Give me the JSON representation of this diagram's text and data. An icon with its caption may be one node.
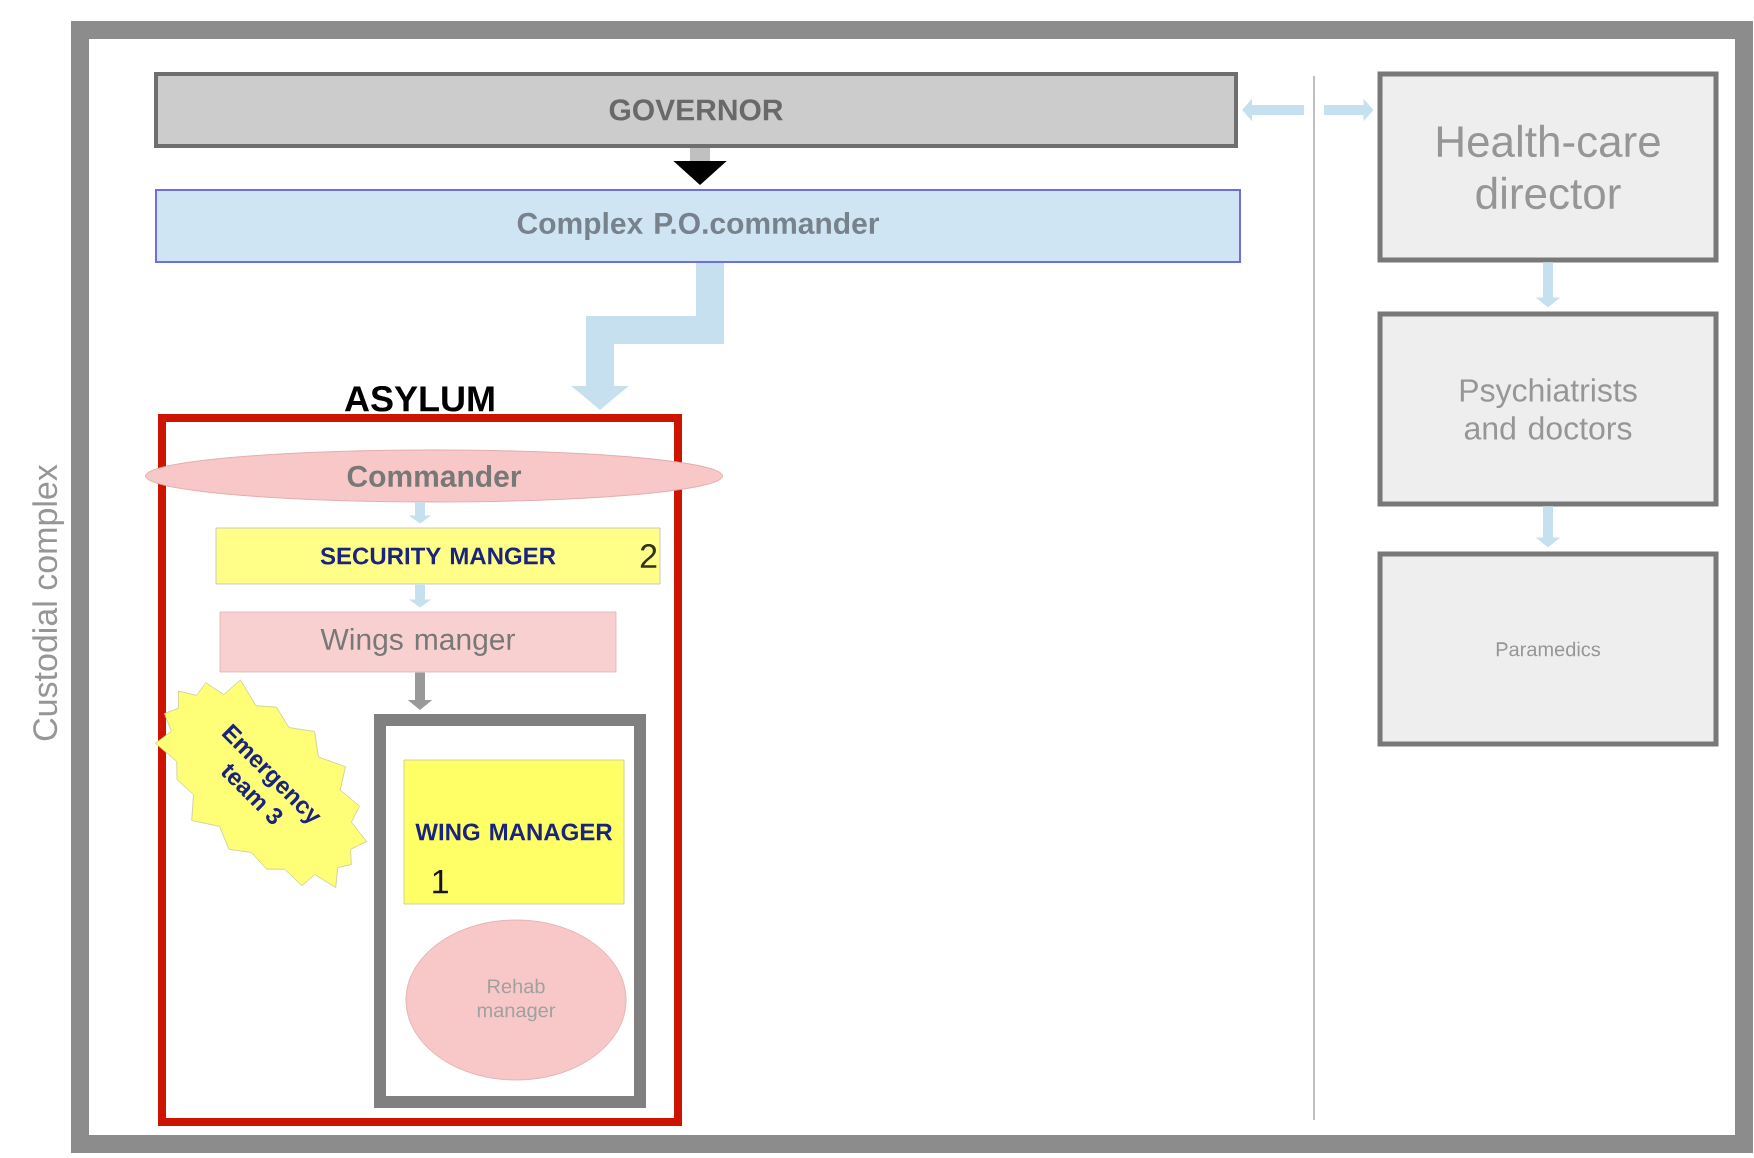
{
  "diagram": {
    "nodes": [
      {
        "text": [
          "Custodial complex"
        ]
      },
      {
        "text": [
          "GOVERNOR"
        ],
        "in": 0
      },
      {
        "text": [
          "Complex P.O.commander"
        ],
        "in": 0
      },
      {
        "text": [
          "ASYLUM"
        ],
        "in": 0
      },
      {
        "text": [
          "Commander"
        ],
        "in": 3
      },
      {
        "text": [
          "SECURITY MANGER",
          "2"
        ],
        "in": 3
      },
      {
        "text": [
          "Wings manger"
        ],
        "in": 3
      },
      {
        "text": [
          "Emergency team 3"
        ],
        "in": 3
      },
      {
        "text": [],
        "shape": "box",
        "in": 3
      },
      {
        "text": [
          "WING MANAGER",
          "1"
        ],
        "in": 8
      },
      {
        "text": [
          "Rehab manager"
        ],
        "in": 8
      },
      {
        "text": [
          "Health-care director"
        ],
        "in": 0
      },
      {
        "text": [
          "Psychiatrists and doctors"
        ],
        "in": 0
      },
      {
        "text": [
          "Paramedics"
        ],
        "in": 0
      }
    ],
    "edges": [
      {
        "from": 1,
        "to": 2,
        "arrow": "to",
        "style": "thick",
        "color": "#c0c0c0"
      },
      {
        "from": 2,
        "to": 3,
        "arrow": "to",
        "style": "thick"
      },
      {
        "from": null,
        "to": 1,
        "arrow": "to"
      },
      {
        "from": null,
        "to": 11,
        "arrow": "to"
      },
      {
        "from": 4,
        "to": 5,
        "arrow": "to"
      },
      {
        "from": 5,
        "to": 6,
        "arrow": "to"
      },
      {
        "from": 6,
        "to": 8,
        "arrow": "to",
        "color": "#999999"
      },
      {
        "from": 11,
        "to": 12,
        "arrow": "to"
      },
      {
        "from": 12,
        "to": 13,
        "arrow": "to"
      }
    ]
  }
}
